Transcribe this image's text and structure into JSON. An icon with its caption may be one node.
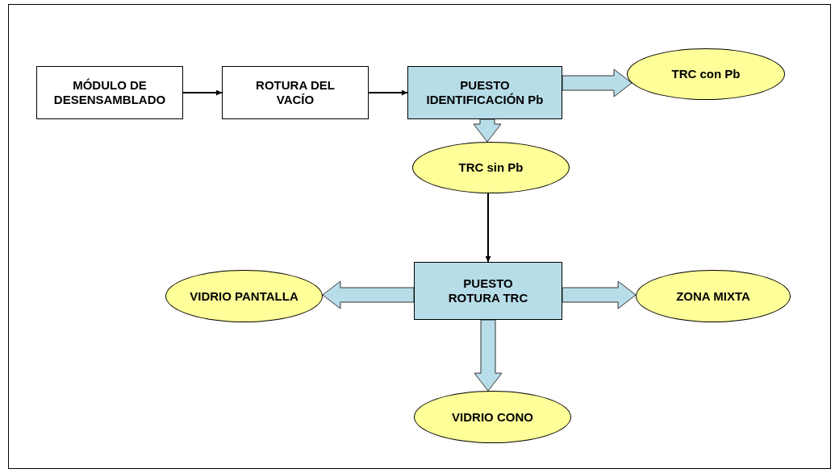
{
  "diagram": {
    "nodes": [
      {
        "text": [
          "MÓDULO DE DESENSAMBLADO"
        ]
      },
      {
        "text": [
          "ROTURA DEL VACÍO"
        ]
      },
      {
        "text": [
          "PUESTO IDENTIFICACIÓN Pb"
        ]
      },
      {
        "text": [
          "TRC con Pb"
        ]
      },
      {
        "text": [
          "TRC sin Pb"
        ]
      },
      {
        "text": [
          "PUESTO ROTURA TRC"
        ]
      },
      {
        "text": [
          "VIDRIO PANTALLA"
        ]
      },
      {
        "text": [
          "ZONA MIXTA"
        ]
      },
      {
        "text": [
          "VIDRIO CONO"
        ]
      }
    ],
    "edges": [
      {
        "from": 0,
        "to": 1,
        "arrow": "to"
      },
      {
        "from": 1,
        "to": 2,
        "arrow": "to"
      },
      {
        "from": 2,
        "to": 3,
        "arrow": "to",
        "style": "thick",
        "color": "#b7dde8"
      },
      {
        "from": 2,
        "to": 4,
        "arrow": "to",
        "style": "thick",
        "color": "#b7dde8"
      },
      {
        "from": 4,
        "to": 5,
        "arrow": "to"
      },
      {
        "from": 5,
        "to": 6,
        "arrow": "to",
        "style": "thick",
        "color": "#b7dde8"
      },
      {
        "from": 5,
        "to": 7,
        "arrow": "to",
        "style": "thick",
        "color": "#b7dde8"
      },
      {
        "from": 5,
        "to": 8,
        "arrow": "to",
        "style": "thick",
        "color": "#b7dde8"
      }
    ]
  }
}
